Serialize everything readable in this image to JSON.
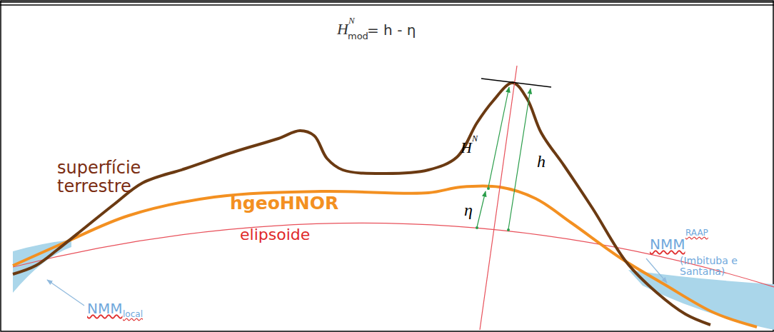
{
  "diagram": {
    "labels": [
      "H",
      "N",
      "mod",
      "= h - η",
      "superfície terrestre",
      "hgeoHNOR",
      "elipsoide",
      "H",
      "N",
      "h",
      "η",
      "NMM",
      "RAAP",
      "(Imbituba e Santana)",
      "NMM",
      "local"
    ]
  }
}
